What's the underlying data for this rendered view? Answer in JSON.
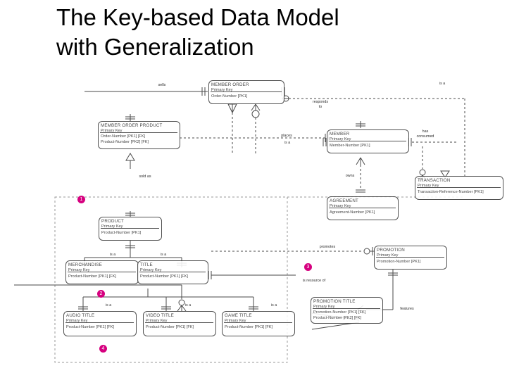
{
  "slide": {
    "title_lines": [
      "The Key-based Data Model",
      "with Generalization"
    ],
    "accent_color": "#d6007f",
    "line_color": "#3a3a3a",
    "background": "#ffffff"
  },
  "diagram": {
    "type": "entity-relationship-diagram",
    "entities": [
      {
        "id": "member-order",
        "name": "MEMBER ORDER",
        "pk_label": "Primary Key",
        "attributes": [
          "Order-Number   [PK1]"
        ]
      },
      {
        "id": "member-order-product",
        "name": "MEMBER ORDER PRODUCT",
        "pk_label": "Primary Key",
        "attributes": [
          "Order-Number   [PK1] [FK]",
          "Product-Number  [PK2] [FK]"
        ]
      },
      {
        "id": "member",
        "name": "MEMBER",
        "pk_label": "Primary Key",
        "attributes": [
          "Member-Number   [PK1]"
        ]
      },
      {
        "id": "transaction",
        "name": "TRANSACTION",
        "pk_label": "Primary Key",
        "attributes": [
          "Transaction-Reference-Number  [PK1]"
        ]
      },
      {
        "id": "agreement",
        "name": "AGREEMENT",
        "pk_label": "Primary Key",
        "attributes": [
          "Agreement-Number   [PK1]"
        ]
      },
      {
        "id": "product",
        "name": "PRODUCT",
        "pk_label": "Primary Key",
        "attributes": [
          "Product-Number   [PK1]"
        ]
      },
      {
        "id": "promotion",
        "name": "PROMOTION",
        "pk_label": "Primary Key",
        "attributes": [
          "Promotion-Number   [PK1]"
        ]
      },
      {
        "id": "merchandise",
        "name": "MERCHANDISE",
        "pk_label": "Primary Key",
        "attributes": [
          "Product-Number   [PK1] [FK]"
        ]
      },
      {
        "id": "title",
        "name": "TITLE",
        "pk_label": "Primary Key",
        "attributes": [
          "Product-Number   [PK1] [FK]"
        ]
      },
      {
        "id": "promotion-title",
        "name": "PROMOTION TITLE",
        "pk_label": "Primary Key",
        "attributes": [
          "Promotion-Number  [PK1] [FK]",
          "Product-Number   [PK2] [FK]"
        ]
      },
      {
        "id": "audio-title",
        "name": "AUDIO TITLE",
        "pk_label": "Primary Key",
        "attributes": [
          "Product-Number   [PK1] [FK]"
        ]
      },
      {
        "id": "video-title",
        "name": "VIDEO TITLE",
        "pk_label": "Primary Key",
        "attributes": [
          "Product-Number   [PK1] [FK]"
        ]
      },
      {
        "id": "game-title",
        "name": "GAME TITLE",
        "pk_label": "Primary Key",
        "attributes": [
          "Product-Number   [PK1] [FK]"
        ]
      }
    ],
    "relationships": [
      {
        "id": "sells",
        "label": "sells"
      },
      {
        "id": "responds-to",
        "label_line1": "responds",
        "label_line2": "to"
      },
      {
        "id": "places",
        "label": "places"
      },
      {
        "id": "has-consumed",
        "label_line1": "has",
        "label_line2": "consumed"
      },
      {
        "id": "owns",
        "label": "owns"
      },
      {
        "id": "sold-as",
        "label": "sold as"
      },
      {
        "id": "promotes",
        "label": "promotes"
      },
      {
        "id": "is-resource-of",
        "label": "is resource of"
      },
      {
        "id": "features",
        "label": "features"
      }
    ],
    "generalization_labels": [
      {
        "id": "isa-member-order-product",
        "label": "is a"
      },
      {
        "id": "isa-transaction",
        "label": "is a"
      },
      {
        "id": "isa-merchandise",
        "label": "is a"
      },
      {
        "id": "isa-title",
        "label": "is a"
      },
      {
        "id": "isa-audio-title",
        "label": "is a"
      },
      {
        "id": "isa-video-title",
        "label": "is a"
      },
      {
        "id": "isa-game-title",
        "label": "is a"
      }
    ],
    "badges": [
      {
        "id": "badge-1",
        "label": "1"
      },
      {
        "id": "badge-2",
        "label": "2"
      },
      {
        "id": "badge-3",
        "label": "3"
      },
      {
        "id": "badge-4",
        "label": "4"
      }
    ]
  }
}
